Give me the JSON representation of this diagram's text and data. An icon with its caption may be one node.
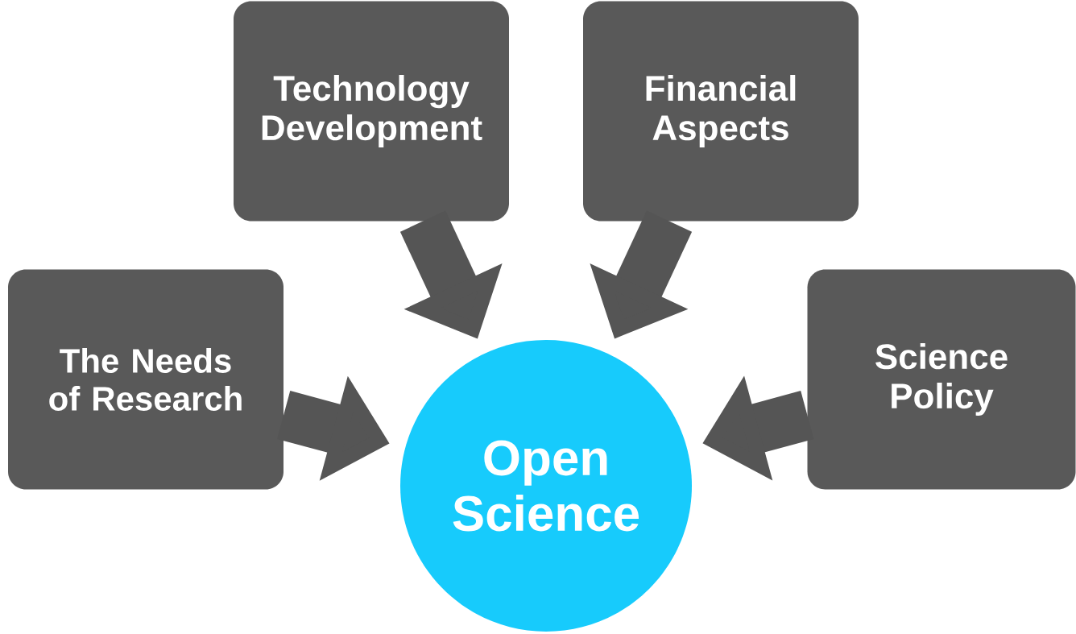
{
  "diagram": {
    "nodes": [
      {
        "text": [
          "Technology Development"
        ]
      },
      {
        "text": [
          "Financial Aspects"
        ]
      },
      {
        "text": [
          "The Needs of Research"
        ]
      },
      {
        "text": [
          "Science Policy"
        ]
      },
      {
        "text": [
          "Open Science"
        ]
      }
    ],
    "edges": [
      {
        "from": 0,
        "to": 4,
        "arrow": "to"
      },
      {
        "from": 1,
        "to": 4,
        "arrow": "to"
      },
      {
        "from": 2,
        "to": 4,
        "arrow": "to"
      },
      {
        "from": 3,
        "to": 4,
        "arrow": "to"
      }
    ]
  }
}
